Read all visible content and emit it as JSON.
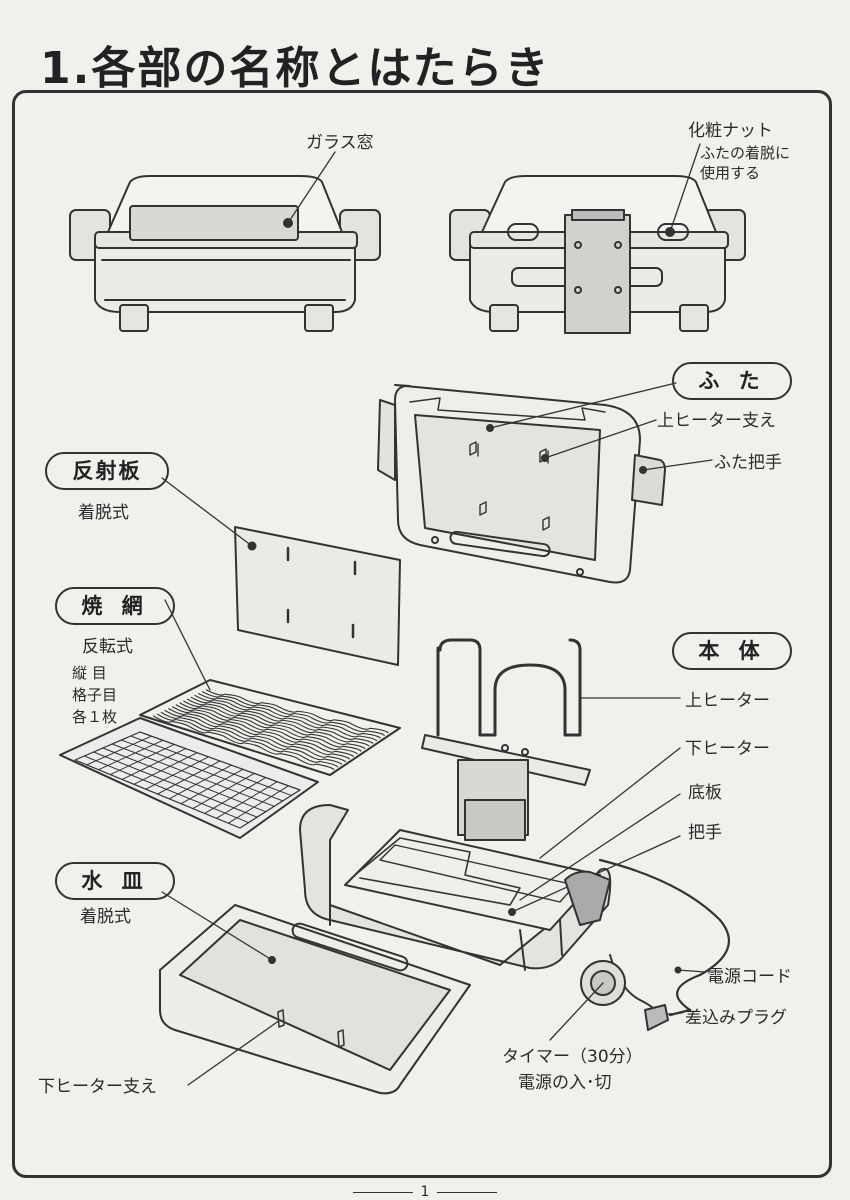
{
  "page": {
    "title": "1.各部の名称とはたらき",
    "page_number": "1"
  },
  "sections": {
    "futa": "ふ た",
    "hanshaban": "反射板",
    "yakiami": "焼 網",
    "hontai": "本 体",
    "mizuzara": "水 皿"
  },
  "labels": {
    "glass_window": "ガラス窓",
    "decor_nut": "化粧ナット",
    "decor_nut_note_1": "ふたの着脱に",
    "decor_nut_note_2": "使用する",
    "upper_heater_support": "上ヒーター支え",
    "lid_handle": "ふた把手",
    "detachable_reflector": "着脱式",
    "reversible": "反転式",
    "grid_note_1": "縦 目",
    "grid_note_2": "格子目",
    "grid_note_3": "各１枚",
    "upper_heater": "上ヒーター",
    "lower_heater": "下ヒーター",
    "bottom_plate": "底板",
    "handle": "把手",
    "detachable_water_tray": "着脱式",
    "power_cord": "電源コード",
    "plug": "差込みプラグ",
    "timer": "タイマー（30分）",
    "power_on_off": "電源の入･切",
    "lower_heater_support": "下ヒーター支え"
  }
}
